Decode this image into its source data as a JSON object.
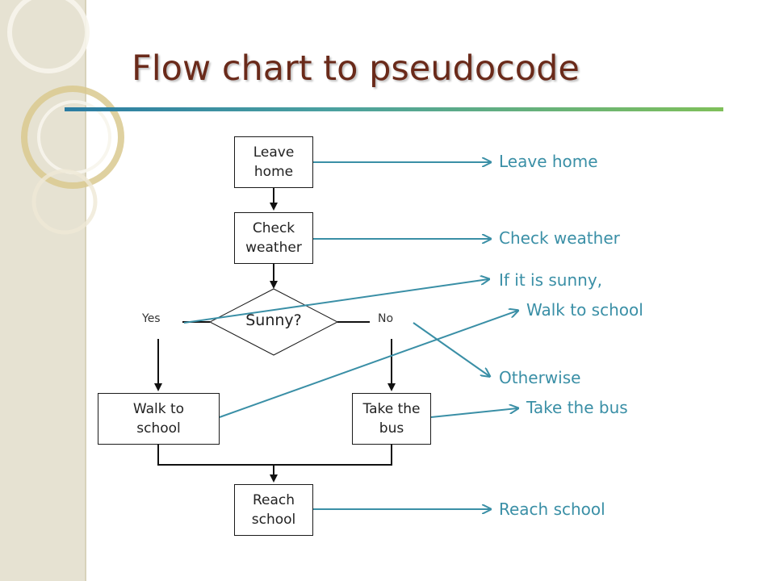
{
  "slide": {
    "title": "Flow chart to pseudocode"
  },
  "flowchart": {
    "leave_home": "Leave\nhome",
    "check_weather": "Check\nweather",
    "decision": "Sunny?",
    "yes_label": "Yes",
    "no_label": "No",
    "walk_to_school": "Walk to\nschool",
    "take_the_bus": "Take the\nbus",
    "reach_school": "Reach\nschool"
  },
  "pseudocode": {
    "leave_home": "Leave home",
    "check_weather": "Check weather",
    "if_sunny": "If it is sunny,",
    "walk_to_school": "Walk to school",
    "otherwise": "Otherwise",
    "take_the_bus": "Take the bus",
    "reach_school": "Reach school"
  },
  "colors": {
    "title": "#6a2a1a",
    "connector": "#3a8fa6",
    "accent_bar_start": "#2b7ca2",
    "accent_bar_end": "#7fc05a"
  }
}
